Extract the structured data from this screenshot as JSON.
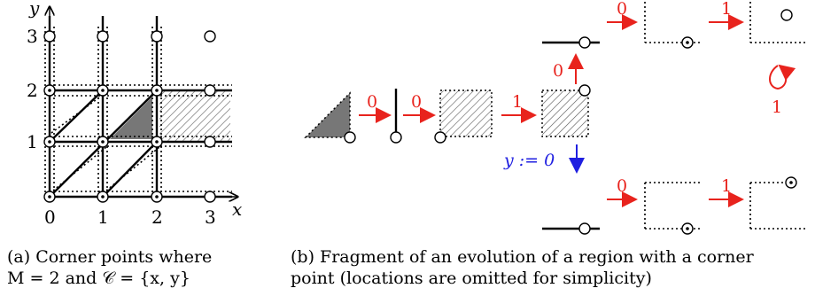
{
  "panel_a": {
    "axis_x_label": "x",
    "axis_y_label": "y",
    "x_ticks": [
      "0",
      "1",
      "2",
      "3"
    ],
    "y_ticks": [
      "1",
      "2",
      "3"
    ],
    "caption_line1": "(a)  Corner points where",
    "caption_line2": "M = 2 and 𝒞 = {x, y}"
  },
  "panel_b": {
    "labels": {
      "t1": "0",
      "t2": "0",
      "t3": "1",
      "up": "0",
      "top1": "0",
      "top2": "1",
      "loop": "1",
      "reset": "y := 0",
      "bot1": "0",
      "bot2": "1"
    },
    "caption_line1": "(b) Fragment of an evolution of a region with a corner",
    "caption_line2": "point (locations are omitted for simplicity)"
  },
  "colors": {
    "red": "#e8231d",
    "blue": "#1f1fe0",
    "gray": "#777777",
    "black": "#000000"
  }
}
